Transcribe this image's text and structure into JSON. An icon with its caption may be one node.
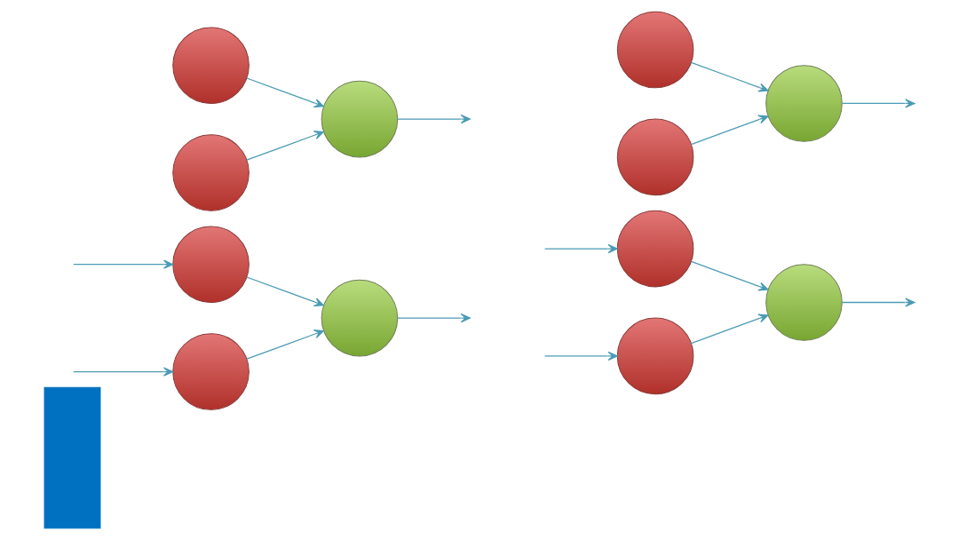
{
  "diagram": {
    "nodes": [
      {
        "text": [],
        "shape": "bar"
      },
      {
        "text": [],
        "shape": "circle"
      },
      {
        "text": [],
        "shape": "circle"
      },
      {
        "text": [],
        "shape": "circle"
      },
      {
        "text": [],
        "shape": "circle"
      },
      {
        "text": [],
        "shape": "circle"
      },
      {
        "text": [],
        "shape": "circle"
      },
      {
        "text": [],
        "shape": "circle"
      },
      {
        "text": [],
        "shape": "circle"
      },
      {
        "text": [],
        "shape": "circle"
      },
      {
        "text": [],
        "shape": "circle"
      },
      {
        "text": [],
        "shape": "circle"
      },
      {
        "text": [],
        "shape": "circle"
      }
    ],
    "edges": [
      {
        "from": 1,
        "to": 3,
        "arrow": "to"
      },
      {
        "from": 2,
        "to": 3,
        "arrow": "to"
      },
      {
        "from": 3,
        "to": null,
        "arrow": "to"
      },
      {
        "from": 4,
        "to": 6,
        "arrow": "to"
      },
      {
        "from": 5,
        "to": 6,
        "arrow": "to"
      },
      {
        "from": 6,
        "to": null,
        "arrow": "to"
      },
      {
        "from": null,
        "to": 7,
        "arrow": "to"
      },
      {
        "from": null,
        "to": 8,
        "arrow": "to"
      },
      {
        "from": 7,
        "to": 9,
        "arrow": "to"
      },
      {
        "from": 8,
        "to": 9,
        "arrow": "to"
      },
      {
        "from": 9,
        "to": null,
        "arrow": "to"
      },
      {
        "from": null,
        "to": 10,
        "arrow": "to"
      },
      {
        "from": null,
        "to": 11,
        "arrow": "to"
      },
      {
        "from": 10,
        "to": 12,
        "arrow": "to"
      },
      {
        "from": 11,
        "to": 12,
        "arrow": "to"
      },
      {
        "from": 12,
        "to": null,
        "arrow": "to"
      }
    ]
  }
}
